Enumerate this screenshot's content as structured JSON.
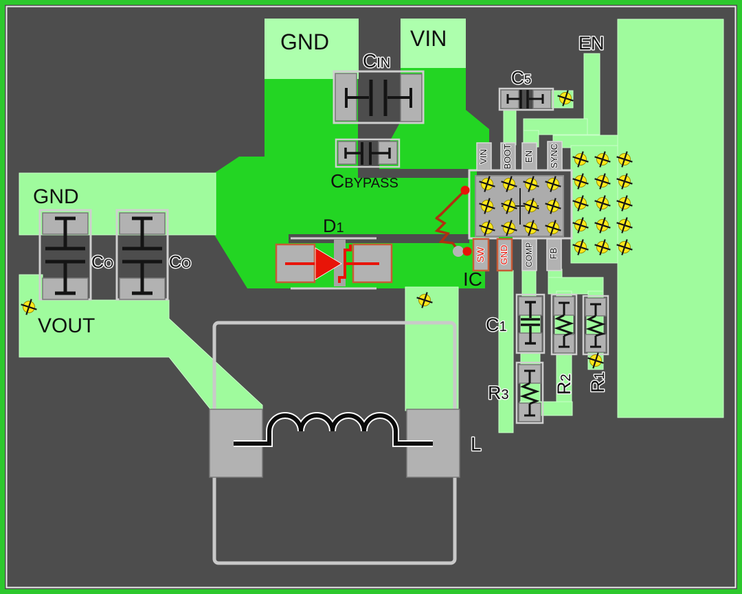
{
  "title": "Buck converter PCB layout diagram",
  "colors": {
    "background": "#4d4d4d",
    "board_border": "#2dc82d",
    "border_inner": "#ebebeb",
    "copper_bright": "#23d523",
    "copper_light": "#9ffb9d",
    "copper_pale": "#adffad",
    "pad_gray": "#b2b2b2",
    "ic_body": "#acacac",
    "via_yellow": "#ffe81a",
    "highlight_red": "#e81408",
    "parasitic_red": "#b03010"
  },
  "labels": {
    "gnd_top": "GND",
    "vin_top": "VIN",
    "gnd_left": "GND",
    "vout": "VOUT",
    "en": "EN",
    "ic": "IC",
    "l": "L",
    "cin": {
      "main": "C",
      "sub": "IN"
    },
    "cbypass": {
      "main": "C",
      "sub": "BYPASS"
    },
    "c5": {
      "main": "C",
      "sub": "5"
    },
    "co_left": {
      "main": "C",
      "sub": "O"
    },
    "co_right": {
      "main": "C",
      "sub": "O"
    },
    "d1": {
      "main": "D",
      "sub": "1"
    },
    "c1": {
      "main": "C",
      "sub": "1"
    },
    "r3": {
      "main": "R",
      "sub": "3"
    },
    "r2": {
      "main": "R",
      "sub": "2"
    },
    "r1": {
      "main": "R",
      "sub": "1"
    }
  },
  "ic_pins": {
    "top": [
      "VIN",
      "BOOT",
      "EN",
      "SYNC"
    ],
    "bottom": [
      "SW",
      "GND",
      "COMP",
      "FB"
    ]
  }
}
